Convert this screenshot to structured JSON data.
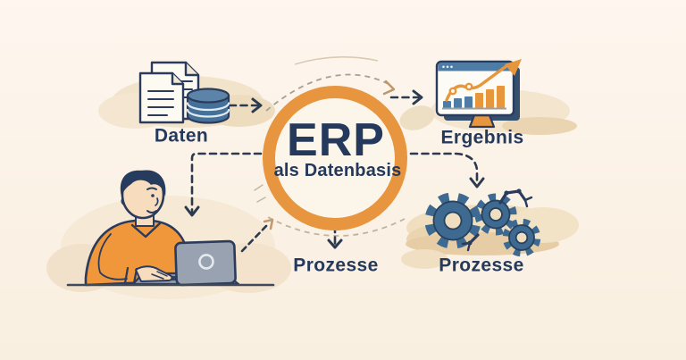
{
  "center": {
    "title": "ERP",
    "subtitle": "als Datenbasis"
  },
  "nodes": {
    "daten": {
      "label": "Daten",
      "icon": "documents-database-icon"
    },
    "ergebnis": {
      "label": "Ergebnis",
      "icon": "monitor-chart-icon"
    },
    "prozesse_center": {
      "label": "Prozesse",
      "icon": "arrow-down-dashed"
    },
    "prozesse_right": {
      "label": "Prozesse",
      "icon": "gears-robot-arm-icon"
    },
    "person": {
      "icon": "person-laptop-illustration"
    }
  },
  "colors": {
    "background": "#FBF2E6",
    "accent_orange": "#E8953F",
    "navy_text": "#24395B",
    "outline_navy": "#2A3B5C",
    "steel_blue": "#44719A",
    "cloud_tan": "#F2E2C9",
    "arrow_dark": "#2B3A4E",
    "arrow_tan": "#C49A6C"
  }
}
